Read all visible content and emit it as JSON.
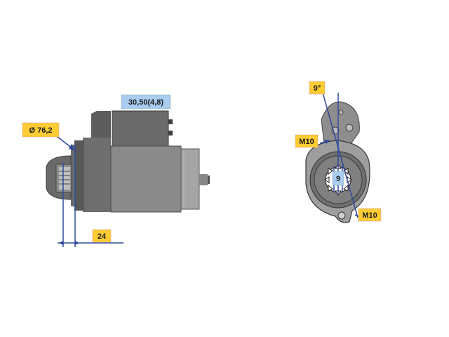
{
  "colors": {
    "body_dark": "#4c4c4c",
    "body_mid": "#7a7a7a",
    "body_light": "#a9a9a9",
    "dimension_line": "#2e4a9e",
    "label_yellow": "#ffcc33",
    "label_blue": "#a9cdf0",
    "pinion_white": "#ffffff"
  },
  "labels": {
    "terminal": "30,50(4,8)",
    "flange_diameter": "Ø 76,2",
    "pinion_offset": "24",
    "angle": "9°",
    "bolt_top": "M10",
    "bolt_bottom": "M10",
    "teeth": "9"
  }
}
